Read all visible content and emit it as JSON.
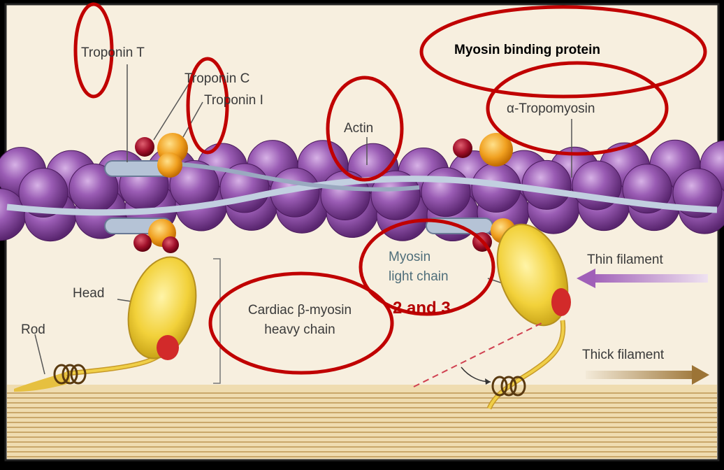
{
  "labels": {
    "troponin_t": "Troponin T",
    "troponin_c": "Troponin C",
    "troponin_i": "Troponin I",
    "actin": "Actin",
    "tropomyosin": "α-Tropomyosin",
    "myosin_binding_protein": "Myosin binding protein",
    "myosin_light_chain_line1": "Myosin",
    "myosin_light_chain_line2": "light chain",
    "light_chain_numbers": "2 and 3",
    "thin_filament": "Thin filament",
    "thick_filament": "Thick filament",
    "head": "Head",
    "rod": "Rod",
    "heavy_chain_line1": "Cardiac β-myosin",
    "heavy_chain_line2": "heavy chain"
  },
  "colors": {
    "background": "#f7efdf",
    "actin": "#8d4aa6",
    "tropomyosin": "#b5c3d6",
    "troponin_c": "#f0a020",
    "troponin_small": "#a0102a",
    "myosin_head": "#f2d13a",
    "myosin_light_chain": "#d22a2a",
    "highlight_circle": "#c00000",
    "thin_arrow": "#b070c0",
    "thick_arrow": "#a07840"
  }
}
